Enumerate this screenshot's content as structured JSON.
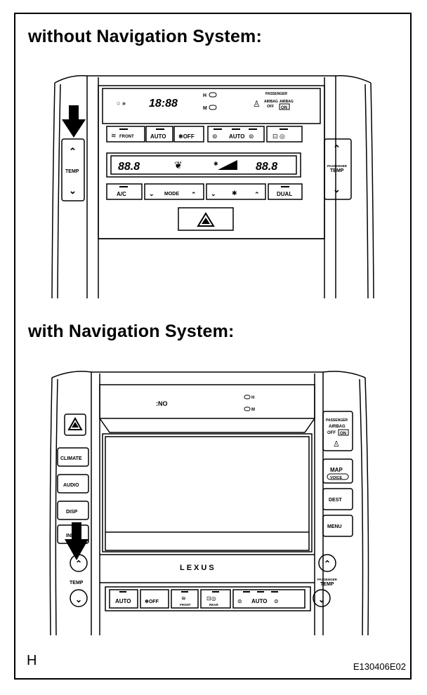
{
  "titles": {
    "without_nav": "without Navigation System:",
    "with_nav": "with Navigation System:"
  },
  "corner_letter": "H",
  "doc_id": "E130406E02",
  "panel1": {
    "clock": "18:88",
    "dial_small": "○ »",
    "h_label": "H",
    "m_label": "M",
    "passenger_text": "PASSENGER",
    "airbag_on": "AIRBAG",
    "airbag_off": "OFF",
    "on_box": "ON",
    "temp_label": "TEMP",
    "passenger_temp_line1": "PASSENGER",
    "passenger_temp_line2": "TEMP",
    "display_left": "88.8",
    "display_right": "88.8",
    "buttons_top": [
      "FRONT",
      "AUTO",
      "❄OFF",
      "AUTO"
    ],
    "buttons_bottom": [
      "A/C",
      "MODE",
      "DUAL"
    ]
  },
  "panel2": {
    "clock_small": ":NO",
    "h_label": "H",
    "m_label": "M",
    "left_buttons": [
      "CLIMATE",
      "AUDIO",
      "DISP",
      "INFO"
    ],
    "right_airbag": [
      "PASSENGER",
      "AIRBAG",
      "OFF",
      "ON"
    ],
    "right_buttons": [
      "MAP",
      "VOICE",
      "DEST",
      "MENU"
    ],
    "brand": "LEXUS",
    "temp_label": "TEMP",
    "passenger_temp_line1": "PASSENGER",
    "passenger_temp_line2": "TEMP",
    "bottom_buttons": [
      "AUTO",
      "❄OFF",
      "FRONT",
      "REAR",
      "AUTO"
    ]
  }
}
